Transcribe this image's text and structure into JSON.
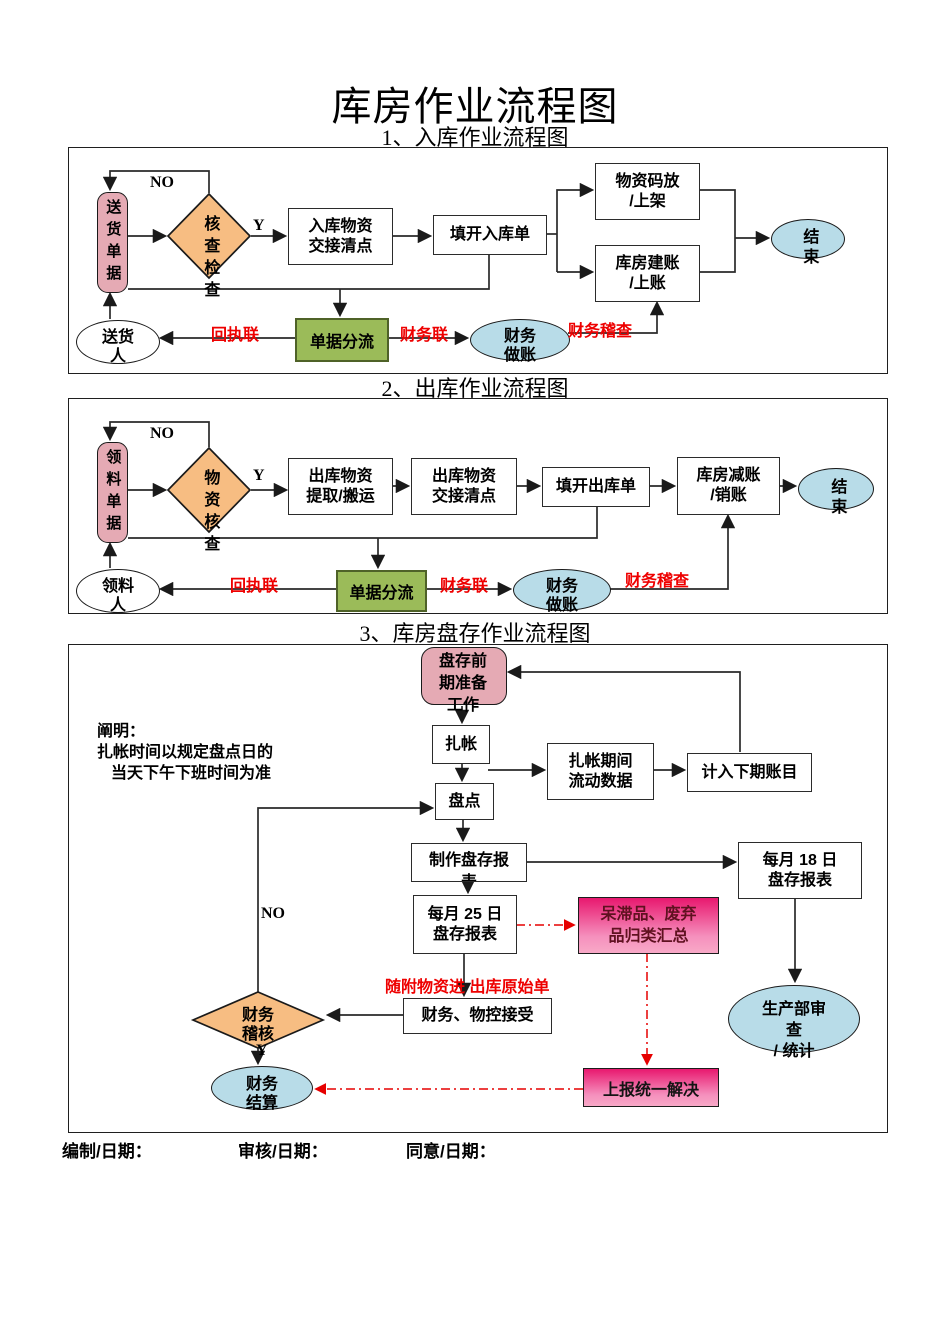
{
  "page": {
    "title": "库房作业流程图"
  },
  "colors": {
    "pink_node": "#e5aab4",
    "orange_diamond": "#f7bd82",
    "green_box": "#9bbb59",
    "blue_ellipse": "#b8dce8",
    "magenta_top": "#e8186f",
    "magenta_bottom": "#f8a9c7",
    "red_label": "#ee0000"
  },
  "s1": {
    "title": "1、入库作业流程图",
    "delivery_doc": "送货单据",
    "check_diamond": "核查检查",
    "no": "NO",
    "yes": "Y",
    "receive": [
      "入库物资",
      "交接清点"
    ],
    "fill": "填开入库单",
    "stack": [
      "物资码放",
      "/上架"
    ],
    "ledger": [
      "库房建账",
      "/上账"
    ],
    "end": "结束",
    "split": "单据分流",
    "deliverer": [
      "送货",
      "人"
    ],
    "fin_acct": [
      "财务",
      "做账"
    ],
    "receipt_copy": "回执联",
    "finance_copy": "财务联",
    "finance_audit": "财务稽查"
  },
  "s2": {
    "title": "2、出库作业流程图",
    "material_doc": "领料单据",
    "check_diamond": "物资核查",
    "no": "NO",
    "yes": "Y",
    "pick": [
      "出库物资",
      "提取/搬运"
    ],
    "handover": [
      "出库物资",
      "交接清点"
    ],
    "fill": "填开出库单",
    "reduce": [
      "库房减账",
      "/销账"
    ],
    "end": "结束",
    "split": "单据分流",
    "picker": [
      "领料",
      "人"
    ],
    "fin_acct": [
      "财务",
      "做账"
    ],
    "receipt_copy": "回执联",
    "finance_copy": "财务联",
    "finance_audit": "财务稽查"
  },
  "s3": {
    "title": "3、库房盘存作业流程图",
    "prep": [
      "盘存前",
      "期准备",
      "工作"
    ],
    "note": [
      "阐明：",
      "扎帐时间以规定盘点日的",
      "当天下午下班时间为准"
    ],
    "tie": "扎帐",
    "tie_period": [
      "扎帐期间",
      "流动数据"
    ],
    "next_period": "计入下期账目",
    "count": "盘点",
    "make_report": [
      "制作盘存报",
      "表"
    ],
    "report18": [
      "每月 18 日",
      "盘存报表"
    ],
    "report25": [
      "每月 25 日",
      "盘存报表"
    ],
    "obsolete": [
      "呆滞品、废弃",
      "品归类汇总"
    ],
    "attach_label": "随附物资进 出库原始单",
    "accept": "财务、物控接受",
    "audit_diamond": [
      "财务",
      "稽核"
    ],
    "no": "NO",
    "yes": "Y",
    "settle": [
      "财务",
      "结算"
    ],
    "production": [
      "生产部审",
      "查",
      "/ 统计"
    ],
    "solve": "上报统一解决"
  },
  "footer": {
    "items": [
      "编制/日期：",
      "审核/日期：",
      "同意/日期："
    ]
  }
}
